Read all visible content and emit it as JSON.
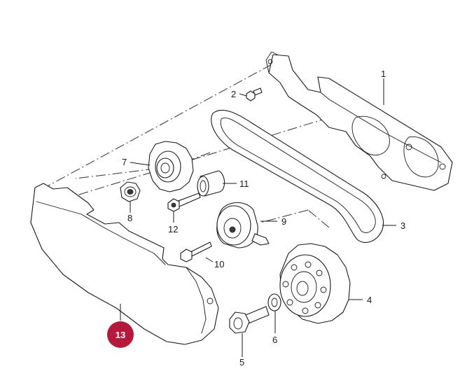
{
  "callouts": {
    "c1": "1",
    "c2": "2",
    "c3": "3",
    "c4": "4",
    "c5": "5",
    "c6": "6",
    "c7": "7",
    "c8": "8",
    "c9": "9",
    "c10": "10",
    "c11": "11",
    "c12": "12",
    "c13": "13"
  },
  "colors": {
    "highlight": "#b5183a",
    "line": "#1a1a1a",
    "background": "#ffffff"
  }
}
